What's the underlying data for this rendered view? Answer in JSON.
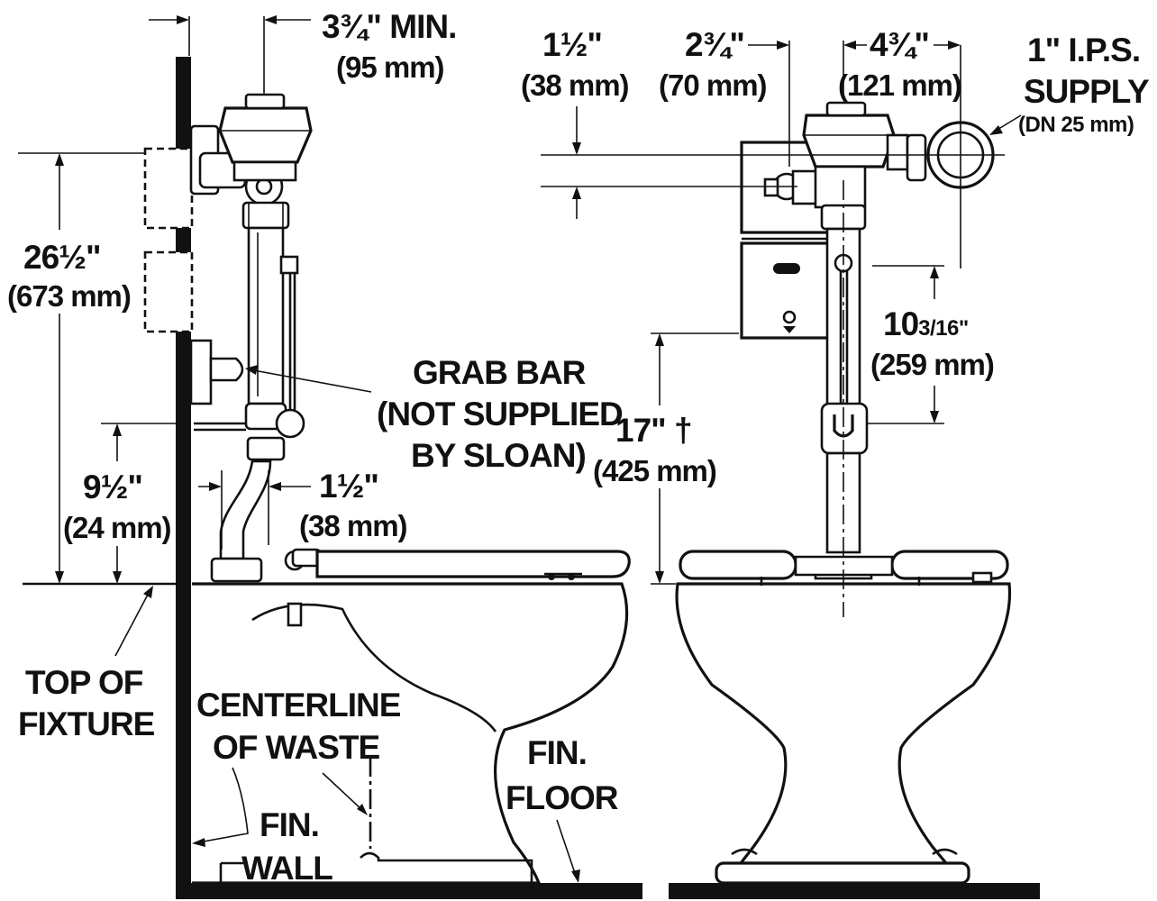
{
  "side_view": {
    "setback_dim": "3¾\" MIN.",
    "setback_dim_metric": "(95 mm)",
    "height_dim": "26½\"",
    "height_dim_metric": "(673 mm)",
    "grab_bar_line1": "GRAB BAR",
    "grab_bar_line2": "(NOT SUPPLIED",
    "grab_bar_line3": "BY SLOAN)",
    "supply_height_dim": "9½\"",
    "supply_height_dim_metric": "(24 mm)",
    "offset_dim": "1½\"",
    "offset_dim_metric": "(38 mm)",
    "top_of_fixture_line1": "TOP OF",
    "top_of_fixture_line2": "FIXTURE",
    "centerline_line1": "CENTERLINE",
    "centerline_line2": "OF WASTE",
    "fin_wall_line1": "FIN.",
    "fin_wall_line2": "WALL",
    "fin_floor_line1": "FIN.",
    "fin_floor_line2": "FLOOR"
  },
  "front_view": {
    "upper_dim": "1½\"",
    "upper_dim_metric": "(38 mm)",
    "left_offset_dim": "2¾\"",
    "left_offset_dim_metric": "(70 mm)",
    "supply_offset_dim": "4¾\"",
    "supply_offset_dim_metric": "(121 mm)",
    "supply_line1": "1\" I.P.S.",
    "supply_line2": "SUPPLY",
    "supply_line3": "(DN 25 mm)",
    "bowl_height_dim": "17\" †",
    "bowl_height_dim_metric": "(425 mm)",
    "sensor_dim_whole": "10",
    "sensor_dim_fraction": "3/16\"",
    "sensor_dim_metric": "(259 mm)"
  }
}
